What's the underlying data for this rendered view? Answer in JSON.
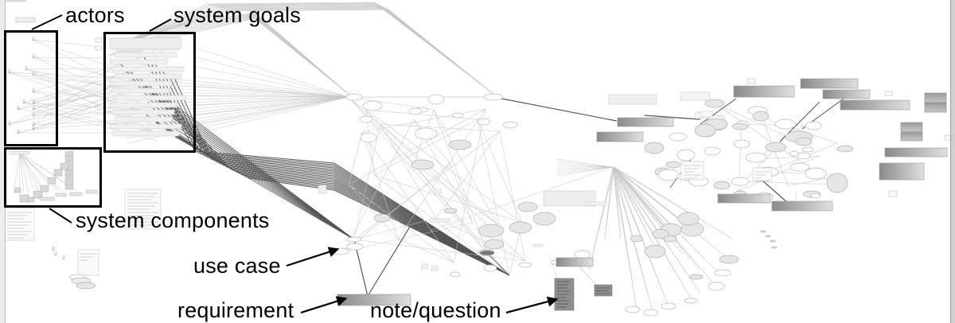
{
  "diagram": {
    "title": "Requirements model graph overview",
    "annotations": {
      "actors": "actors",
      "system_goals": "system goals",
      "system_components": "system components",
      "use_case": "use case",
      "requirement": "requirement",
      "note_question": "note/question"
    },
    "legend": [
      {
        "kind": "actor",
        "shape": "stick-figure",
        "label": "actors"
      },
      {
        "kind": "goal",
        "shape": "light rectangle",
        "label": "system goals"
      },
      {
        "kind": "component",
        "shape": "grey box",
        "label": "system components"
      },
      {
        "kind": "use_case",
        "shape": "ellipse",
        "label": "use case"
      },
      {
        "kind": "requirement",
        "shape": "gradient bar",
        "label": "requirement"
      },
      {
        "kind": "note",
        "shape": "dark grey box",
        "label": "note/question"
      }
    ],
    "colors": {
      "edge_light": "#c8c8c8",
      "edge_dark": "#555555",
      "ellipse_fill": "#e6e6e6",
      "ellipse_stroke": "#b0b0b0",
      "requirement_dark": "#8a8a8a",
      "requirement_light": "#e0e0e0",
      "note_fill": "#8f8f8f",
      "callout": "#000000"
    }
  }
}
